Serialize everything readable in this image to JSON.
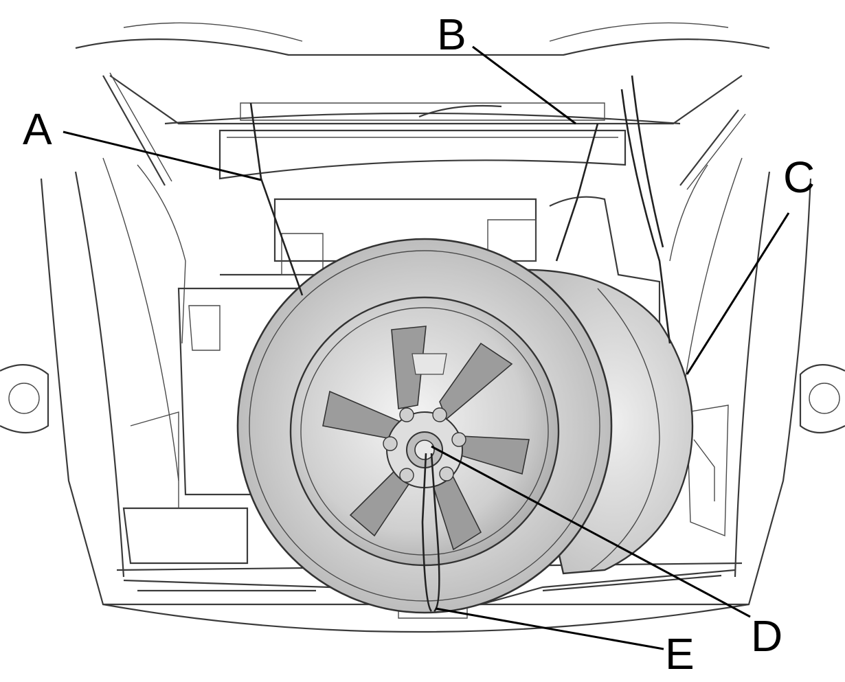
{
  "diagram": {
    "callouts": [
      {
        "id": "A",
        "label": "A"
      },
      {
        "id": "B",
        "label": "B"
      },
      {
        "id": "C",
        "label": "C"
      },
      {
        "id": "D",
        "label": "D"
      },
      {
        "id": "E",
        "label": "E"
      }
    ]
  },
  "colors": {
    "background": "#ffffff",
    "ink": "#222222",
    "tire": "#dcdcdc",
    "wheel": "#c8c8c8",
    "shadow": "#9a9a9a"
  }
}
